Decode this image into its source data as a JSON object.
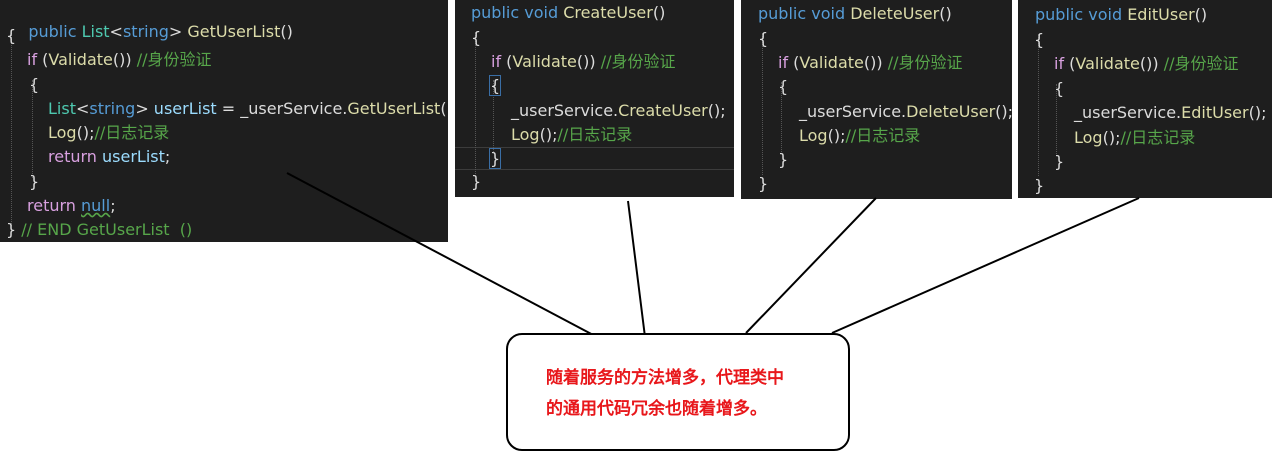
{
  "panels": {
    "get": {
      "sig_public": "public",
      "sig_list": "List",
      "sig_lt": "<",
      "sig_string": "string",
      "sig_gt": ">",
      "sig_name": "GetUserList",
      "sig_parens": "()",
      "open_brace": "{",
      "if_kw": "if",
      "if_open": " (",
      "validate": "Validate",
      "if_close": "())",
      "if_comment": " //身份验证",
      "inner_open": "{",
      "decl_list": "List",
      "decl_lt": "<",
      "decl_string": "string",
      "decl_gt": ">",
      "decl_var": " userList",
      "decl_eq": " = _userService.",
      "decl_call": "GetUserList",
      "decl_end": "();",
      "log_fn": "Log",
      "log_end": "();",
      "log_comment": "//日志记录",
      "ret_kw": "return",
      "ret_var": " userList",
      "ret_semi": ";",
      "inner_close": "}",
      "ret2_kw": "return",
      "ret2_null": "null",
      "ret2_semi": ";",
      "close_brace": "}",
      "end_comment": " // END GetUserList  ()"
    },
    "create": {
      "sig_public": "public",
      "sig_void": "void",
      "sig_name": "CreateUser",
      "sig_parens": "()",
      "open_brace": "{",
      "if_kw": "if",
      "if_open": " (",
      "validate": "Validate",
      "if_close": "())",
      "if_comment": " //身份验证",
      "inner_open": "{",
      "call_prefix": "_userService.",
      "call_name": "CreateUser",
      "call_end": "();",
      "log_fn": "Log",
      "log_end": "();",
      "log_comment": "//日志记录",
      "inner_close": "}",
      "close_brace": "}"
    },
    "delete": {
      "sig_public": "public",
      "sig_void": "void",
      "sig_name": "DeleteUser",
      "sig_parens": "()",
      "open_brace": "{",
      "if_kw": "if",
      "if_open": " (",
      "validate": "Validate",
      "if_close": "())",
      "if_comment": " //身份验证",
      "inner_open": "{",
      "call_prefix": "_userService.",
      "call_name": "DeleteUser",
      "call_end": "();",
      "log_fn": "Log",
      "log_end": "();",
      "log_comment": "//日志记录",
      "inner_close": "}",
      "close_brace": "}"
    },
    "edit": {
      "sig_public": "public",
      "sig_void": "void",
      "sig_name": "EditUser",
      "sig_parens": "()",
      "open_brace": "{",
      "if_kw": "if",
      "if_open": " (",
      "validate": "Validate",
      "if_close": "())",
      "if_comment": " //身份验证",
      "inner_open": "{",
      "call_prefix": "_userService.",
      "call_name": "EditUser",
      "call_end": "();",
      "log_fn": "Log",
      "log_end": "();",
      "log_comment": "//日志记录",
      "inner_close": "}",
      "close_brace": "}"
    }
  },
  "callout": {
    "line1": "随着服务的方法增多，代理类中",
    "line2": "的通用代码冗余也随着增多。"
  },
  "colors": {
    "editor_bg": "#1e1e1e",
    "keyword": "#569cd6",
    "control": "#d8a0df",
    "type": "#4ec9b0",
    "method": "#dcdcaa",
    "variable": "#9cdcfe",
    "comment": "#57a64a",
    "callout_text": "#e8171b"
  }
}
